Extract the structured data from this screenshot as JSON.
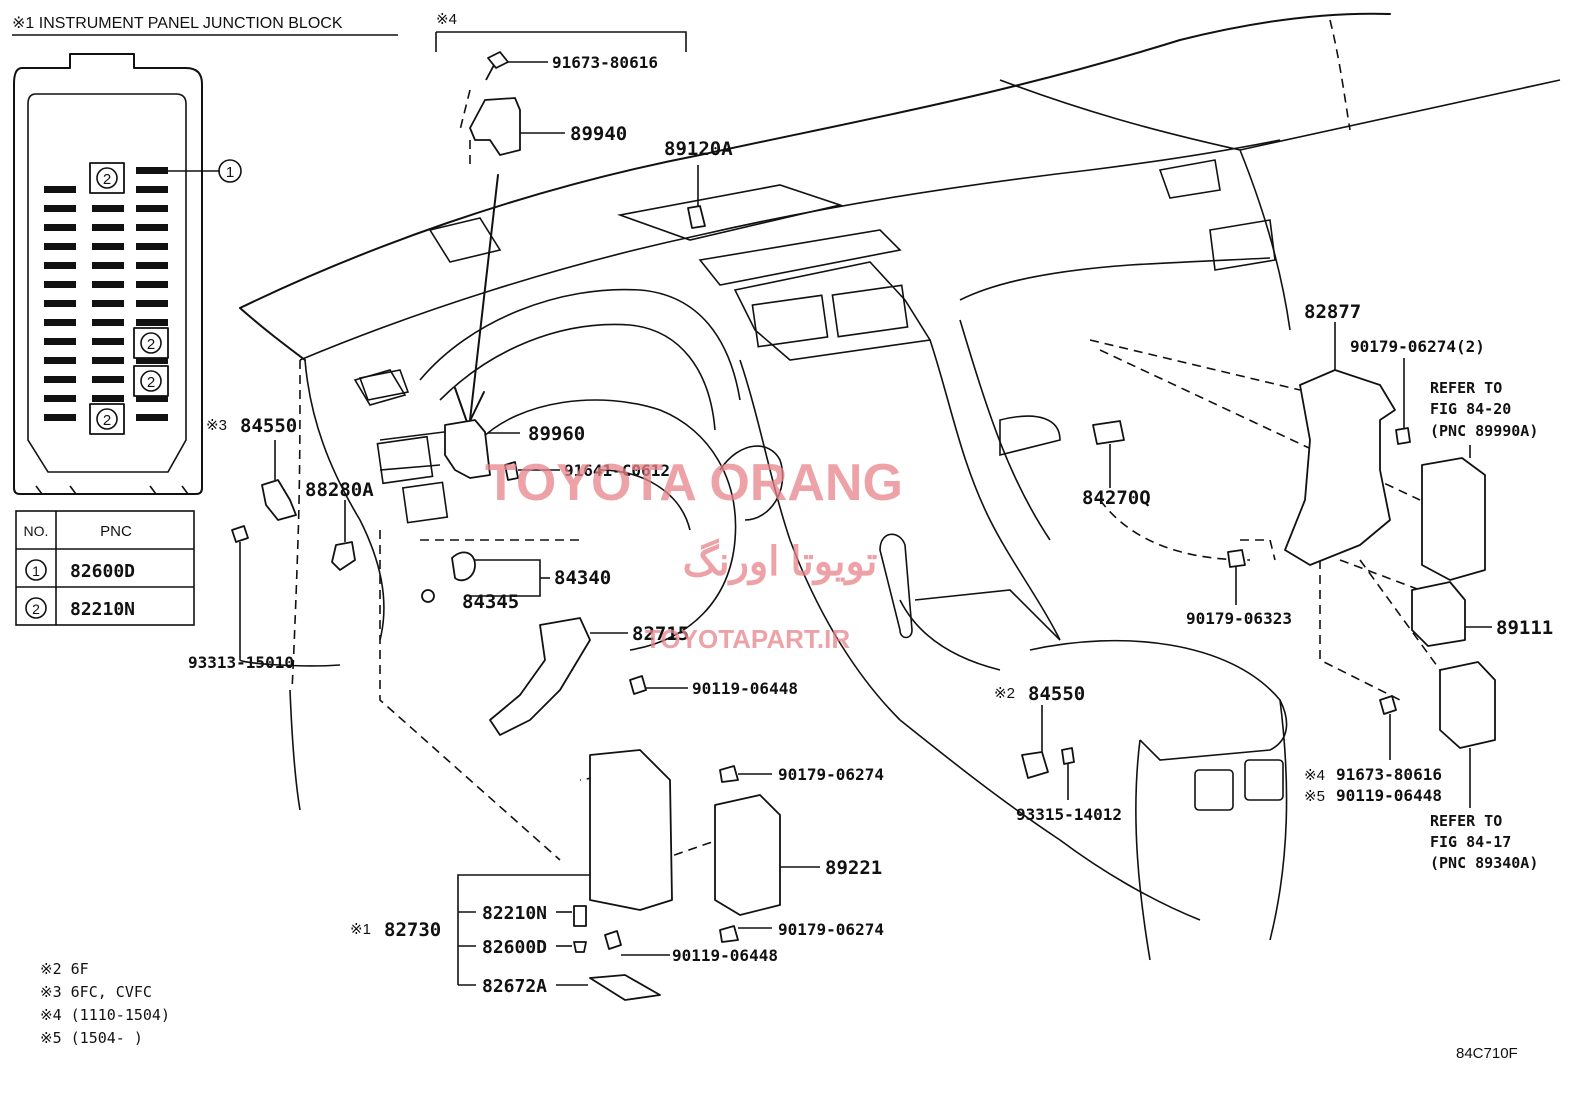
{
  "block_title": "※1 INSTRUMENT PANEL JUNCTION BLOCK",
  "group4_marker": "※4",
  "junction_table": {
    "header_no": "NO.",
    "header_pnc": "PNC",
    "rows": [
      {
        "no": "1",
        "pnc": "82600D"
      },
      {
        "no": "2",
        "pnc": "82210N"
      }
    ]
  },
  "callouts": {
    "c1": "1",
    "c2": "2"
  },
  "labels": {
    "p91673_top": "91673-80616",
    "p89940": "89940",
    "p89120A": "89120A",
    "p89960": "89960",
    "p91641": "91641-C0612",
    "p84550_left_mark": "※3",
    "p84550_left": "84550",
    "p88280A": "88280A",
    "p84340": "84340",
    "p84345": "84345",
    "p82715": "82715",
    "p93313": "93313-15010",
    "p90119_mid": "90119-06448",
    "p90179_upper": "90179-06274",
    "p89221": "89221",
    "p90179_lower": "90179-06274",
    "p90119_low": "90119-06448",
    "p82730_mark": "※1",
    "p82730": "82730",
    "p82210N": "82210N",
    "p82600D": "82600D",
    "p82672A": "82672A",
    "p84270Q": "84270Q",
    "p84550_right_mark": "※2",
    "p84550_right": "84550",
    "p93315": "93315-14012",
    "p82877": "82877",
    "p90179_2": "90179-06274(2)",
    "refer1_a": "REFER TO",
    "refer1_b": "FIG 84-20",
    "refer1_c": "(PNC 89990A)",
    "p90179_06323": "90179-06323",
    "p89111": "89111",
    "p91673_r_mark": "※4",
    "p91673_r": "91673-80616",
    "p90119_r_mark": "※5",
    "p90119_r": "90119-06448",
    "refer2_a": "REFER TO",
    "refer2_b": "FIG 84-17",
    "refer2_c": "(PNC 89340A)"
  },
  "notes": [
    "※2 6F",
    "※3 6FC, CVFC",
    "※4 (1110-1504)",
    "※5 (1504-      )"
  ],
  "figure_code": "84C710F",
  "watermark": {
    "main": "TOYOTA ORANG",
    "arabic": "تويوتا اورنگ",
    "site": "TOYOTAPART.IR"
  }
}
